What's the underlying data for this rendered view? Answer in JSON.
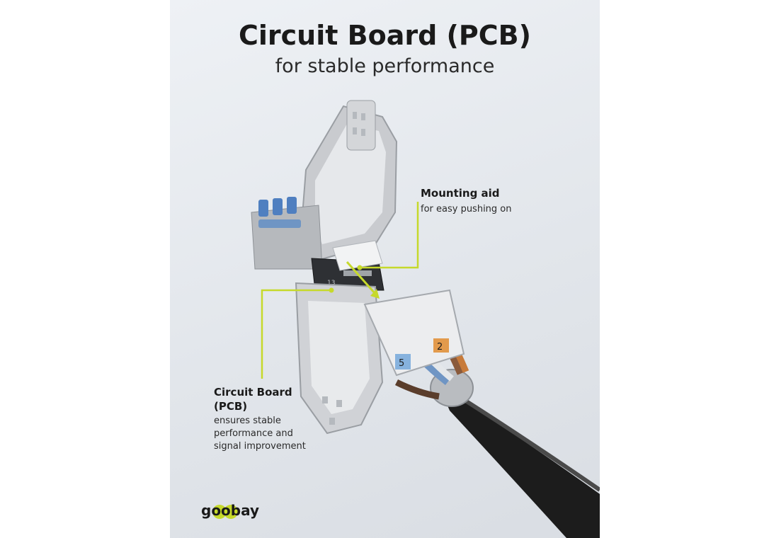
{
  "heading": {
    "title": "Circuit Board (PCB)",
    "subtitle": "for stable performance"
  },
  "callouts": {
    "mounting": {
      "title": "Mounting aid",
      "text": "for easy pushing on"
    },
    "pcb": {
      "title_line1": "Circuit Board",
      "title_line2": "(PCB)",
      "text_line1": "ensures stable",
      "text_line2": "performance and",
      "text_line3": "signal improvement"
    }
  },
  "connector_labels": {
    "pcb_number": "13",
    "blue_terminal": "5",
    "orange_terminal": "2"
  },
  "brand": {
    "logo_text": "goobay"
  },
  "colors": {
    "accent_line": "#c6d92b",
    "cable_black": "#1c1c1c",
    "housing_grey": "#c9cbcf"
  }
}
